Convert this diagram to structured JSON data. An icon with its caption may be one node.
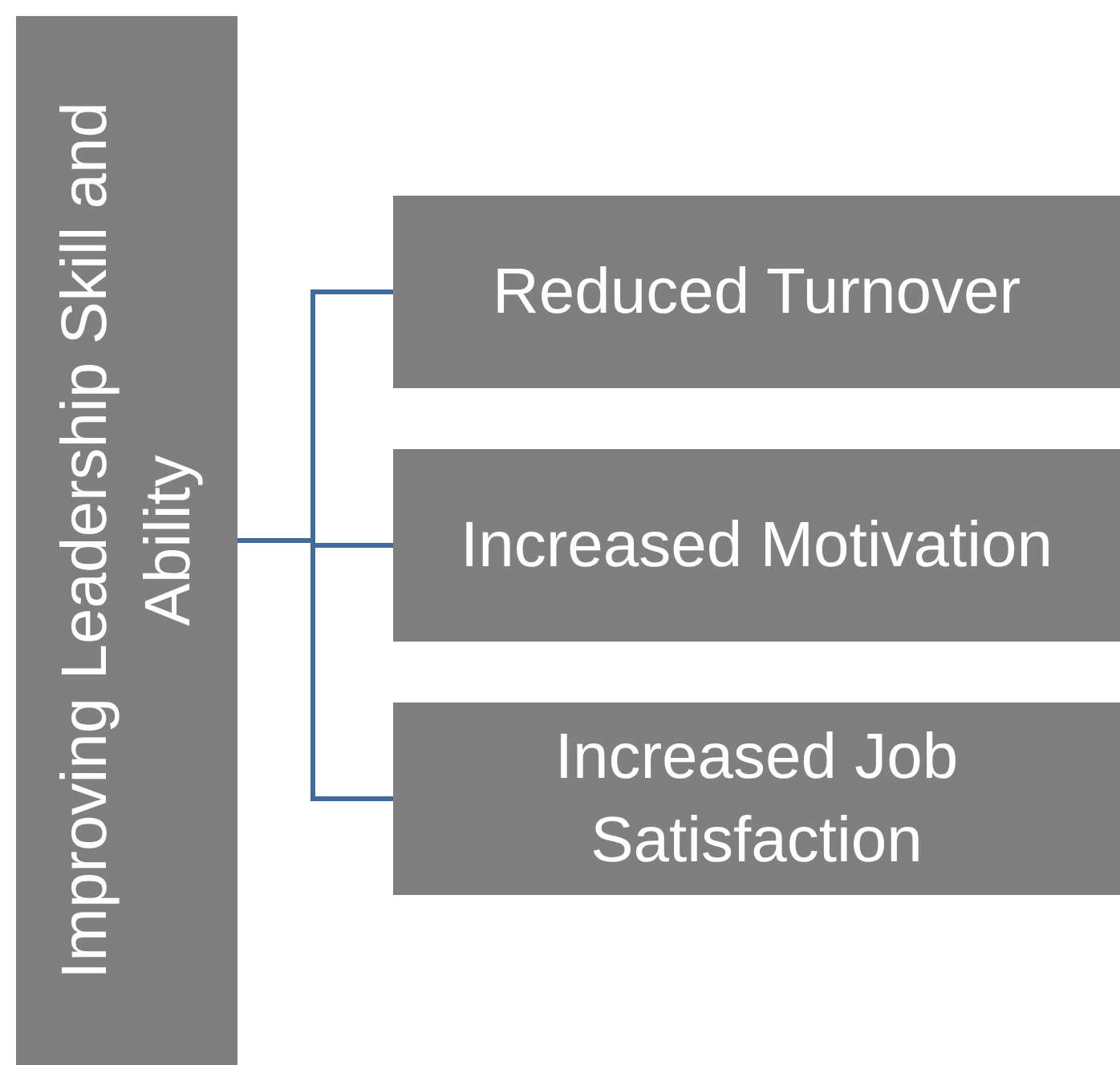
{
  "diagram": {
    "nodes": [
      {
        "text": [
          "Improving Leadership Skill and Ability"
        ]
      },
      {
        "text": [
          "Reduced Turnover"
        ]
      },
      {
        "text": [
          "Increased Motivation"
        ]
      },
      {
        "text": [
          "Increased Job Satisfaction"
        ]
      }
    ],
    "edges": [
      {
        "from": 0,
        "to": 1,
        "arrow": "none"
      },
      {
        "from": 0,
        "to": 2,
        "arrow": "none"
      },
      {
        "from": 0,
        "to": 3,
        "arrow": "none"
      }
    ]
  }
}
